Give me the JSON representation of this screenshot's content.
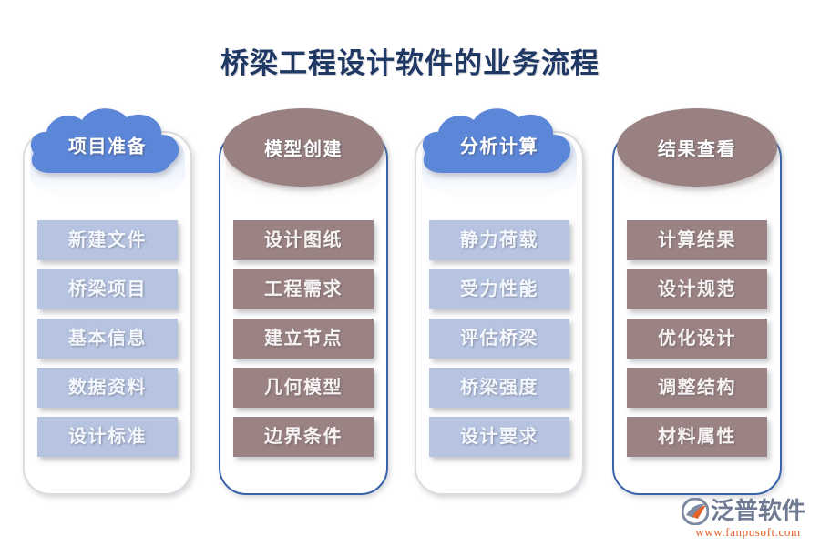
{
  "page": {
    "title": "桥梁工程设计软件的业务流程",
    "background_color": "#FFFFFF",
    "title_color": "#1F3864"
  },
  "colors": {
    "cloud_blue": "#5C86D8",
    "ellipse_mauve": "#998182",
    "item_blue": "#B6C4E2",
    "item_mauve": "#9B8283",
    "card_border_gray": "#DCDCDE",
    "card_border_blue": "#3A62A8",
    "logo_text": "#6F7B93",
    "logo_url": "#E2622A"
  },
  "flow": {
    "columns": [
      {
        "header": "项目准备",
        "header_shape": "cloud",
        "header_color": "#5C86D8",
        "border_style": "gray",
        "item_style": "blue",
        "items": [
          "新建文件",
          "桥梁项目",
          "基本信息",
          "数据资料",
          "设计标准"
        ]
      },
      {
        "header": "模型创建",
        "header_shape": "ellipse",
        "header_color": "#998182",
        "border_style": "blue",
        "item_style": "mauve",
        "items": [
          "设计图纸",
          "工程需求",
          "建立节点",
          "几何模型",
          "边界条件"
        ]
      },
      {
        "header": "分析计算",
        "header_shape": "cloud",
        "header_color": "#5C86D8",
        "border_style": "gray",
        "item_style": "blue",
        "items": [
          "静力荷载",
          "受力性能",
          "评估桥梁",
          "桥梁强度",
          "设计要求"
        ]
      },
      {
        "header": "结果查看",
        "header_shape": "ellipse",
        "header_color": "#998182",
        "border_style": "blue",
        "item_style": "mauve",
        "items": [
          "计算结果",
          "设计规范",
          "优化设计",
          "调整结构",
          "材料属性"
        ]
      }
    ]
  },
  "logo": {
    "brand": "泛普软件",
    "url": "www.fanpusoft.com",
    "mark_icon": "fanpu-swoosh-icon"
  }
}
